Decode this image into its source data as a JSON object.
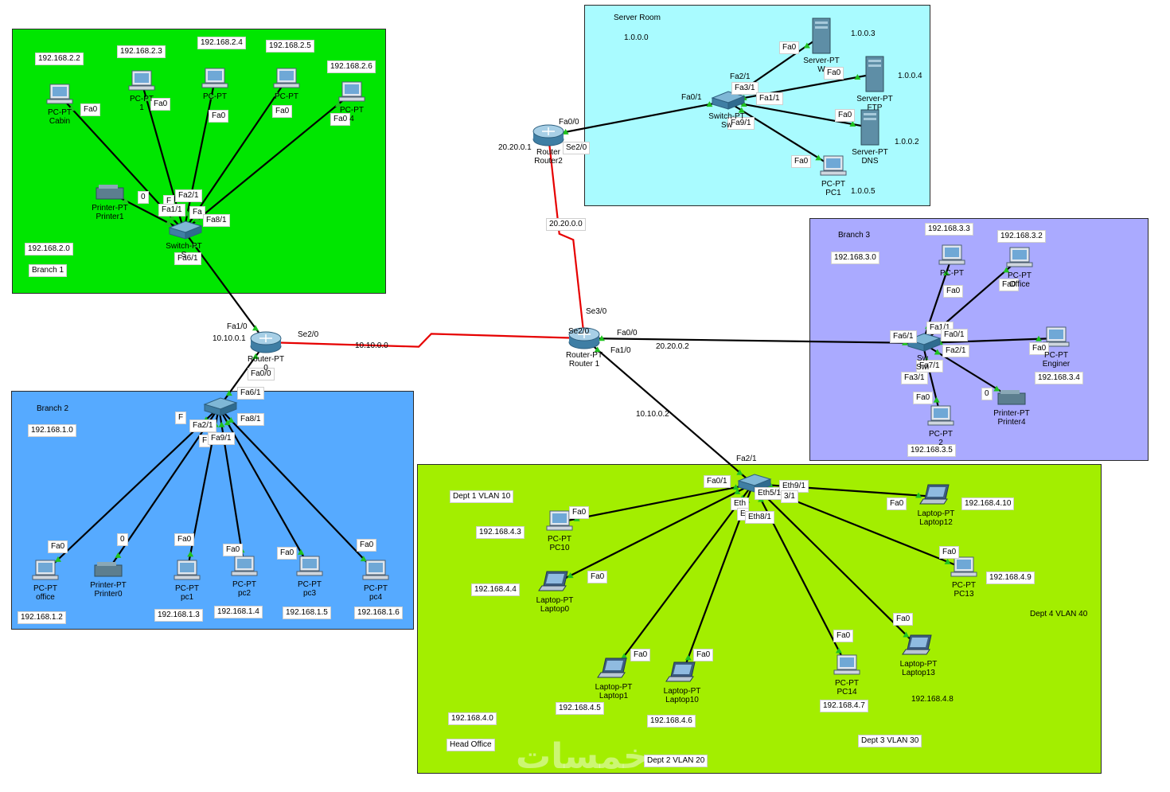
{
  "areas": {
    "branch1": {
      "color": "#00e600"
    },
    "server": {
      "color": "#a9fbff"
    },
    "branch3": {
      "color": "#aaaaff"
    },
    "branch2": {
      "color": "#56aaff"
    },
    "head": {
      "color": "#a3ee00"
    }
  },
  "notes": {
    "branch1_name": "Branch 1",
    "branch1_net": "192.168.2.0",
    "server_name": "Server Room",
    "server_net": "1.0.0.0",
    "branch3_name": "Branch 3",
    "branch3_net": "192.168.3.0",
    "branch2_name": "Branch 2",
    "branch2_net": "192.168.1.0",
    "dept1": "Dept 1 VLAN 10",
    "dept2": "Dept 2 VLAN 20",
    "dept3": "Dept 3 VLAN 30",
    "dept4": "Dept 4 VLAN 40",
    "head_net": "192.168.4.0",
    "head_name": "Head Office",
    "link_r0_r1": "10.10.0.0",
    "link_r1_r2": "20.20.0.0",
    "r0_ip": "10.10.0.1",
    "r1_sw3": "20.20.0.2",
    "r2_ip": "20.20.0.1",
    "r1_head": "10.10.0.2"
  },
  "ip_labels": {
    "b1_pc_cabin": "192.168.2.2",
    "b1_pc_a": "192.168.2.3",
    "b1_pc_b": "192.168.2.4",
    "b1_pc_c": "192.168.2.5",
    "b1_pc_d": "192.168.2.6",
    "srv_w": "1.0.0.3",
    "srv_ftp": "1.0.0.4",
    "srv_dns": "1.0.0.2",
    "srv_pc1": "1.0.0.5",
    "b3_pc_a": "192.168.3.3",
    "b3_office": "192.168.3.2",
    "b3_engineer": "192.168.3.4",
    "b3_pc_b": "192.168.3.5",
    "b2_office": "192.168.1.2",
    "b2_pc1": "192.168.1.3",
    "b2_pc2": "192.168.1.4",
    "b2_pc3": "192.168.1.5",
    "b2_pc4": "192.168.1.6",
    "h_pc10": "192.168.4.3",
    "h_laptop0": "192.168.4.4",
    "h_laptop1": "192.168.4.5",
    "h_laptop10": "192.168.4.6",
    "h_pc14": "192.168.4.7",
    "h_laptop13": "192.168.4.8",
    "h_pc13": "192.168.4.9",
    "h_laptop12": "192.168.4.10"
  },
  "devices": {
    "b1_cabin": [
      "PC-PT",
      "Cabin"
    ],
    "b1_pc_a": [
      "PC-PT",
      "1"
    ],
    "b1_pc_b": [
      "PC-PT",
      ""
    ],
    "b1_pc_c": [
      "PC-PT",
      ""
    ],
    "b1_pc_d": [
      "PC-PT",
      "4"
    ],
    "b1_printer": [
      "Printer-PT",
      "Printer1"
    ],
    "b1_switch": [
      "Switch-PT",
      "S"
    ],
    "srv_w": [
      "Server-PT",
      "W"
    ],
    "srv_ftp": [
      "Server-PT",
      "FTP"
    ],
    "srv_dns": [
      "Server-PT",
      "DNS"
    ],
    "srv_pc1": [
      "PC-PT",
      "PC1"
    ],
    "srv_switch": [
      "Switch-PT",
      "Sw"
    ],
    "router2": [
      "Router",
      "Router2"
    ],
    "router0": [
      "Router-PT",
      "0"
    ],
    "router1": [
      "Router-PT",
      "Router 1"
    ],
    "b3_pc_a": [
      "PC-PT",
      ""
    ],
    "b3_office": [
      "PC-PT",
      "Office"
    ],
    "b3_engineer": [
      "PC-PT",
      "Enginer"
    ],
    "b3_pc_b": [
      "PC-PT",
      "2"
    ],
    "b3_printer": [
      "Printer-PT",
      "Printer4"
    ],
    "b3_switch": [
      "Sw",
      "Swi"
    ],
    "b2_office": [
      "PC-PT",
      "office"
    ],
    "b2_printer": [
      "Printer-PT",
      "Printer0"
    ],
    "b2_pc1": [
      "PC-PT",
      "pc1"
    ],
    "b2_pc2": [
      "PC-PT",
      "pc2"
    ],
    "b2_pc3": [
      "PC-PT",
      "pc3"
    ],
    "b2_pc4": [
      "PC-PT",
      "pc4"
    ],
    "h_pc10": [
      "PC-PT",
      "PC10"
    ],
    "h_laptop0": [
      "Laptop-PT",
      "Laptop0"
    ],
    "h_laptop1": [
      "Laptop-PT",
      "Laptop1"
    ],
    "h_laptop10": [
      "Laptop-PT",
      "Laptop10"
    ],
    "h_pc14": [
      "PC-PT",
      "PC14"
    ],
    "h_laptop13": [
      "Laptop-PT",
      "Laptop13"
    ],
    "h_pc13": [
      "PC-PT",
      "PC13"
    ],
    "h_laptop12": [
      "Laptop-PT",
      "Laptop12"
    ]
  },
  "ports": {
    "b1_cabin": "Fa0",
    "b1_a": "Fa0",
    "b1_b": "Fa0",
    "b1_c": "Fa0",
    "b1_d": "Fa0",
    "b1_pr": "0",
    "b1_sw_a": "Fa2/1",
    "b1_sw_b": "Fa1/1",
    "b1_sw_c": "Fa8/1",
    "b1_sw_d": "Fa6/1",
    "b1_sw_e": "F",
    "b1_sw_f": "Fa",
    "r0_fa1": "Fa1/0",
    "r0_se": "Se2/0",
    "r0_fa0": "Fa0/0",
    "r1_se3": "Se3/0",
    "r1_se2": "Se2/0",
    "r1_fa0": "Fa0/0",
    "r1_fa1": "Fa1/0",
    "r2_fa0": "Fa0/0",
    "r2_se": "Se2/0",
    "srv_w": "Fa0",
    "srv_ftp": "Fa0",
    "srv_dns": "Fa0",
    "srv_pc1": "Fa0",
    "srv_sw_a": "Fa0/1",
    "srv_sw_b": "Fa2/1",
    "srv_sw_c": "Fa3/1",
    "srv_sw_d": "Fa1/1",
    "srv_sw_e": "Fa9/1",
    "b3_a": "Fa0",
    "b3_b": "Fa0",
    "b3_c": "Fa0",
    "b3_d": "Fa0",
    "b3_pr": "0",
    "b3_sw_a": "Fa6/1",
    "b3_sw_b": "Fa1/1",
    "b3_sw_c": "Fa0/1",
    "b3_sw_d": "Fa2/1",
    "b3_sw_e": "Fa7/1",
    "b3_sw_f": "Fa3/1",
    "b2_sw_a": "Fa6/1",
    "b2_sw_b": "Fa8/1",
    "b2_sw_c": "Fa2/1",
    "b2_sw_d": "Fa9/1",
    "b2_sw_e": "F",
    "b2_sw_f": "F",
    "b2_office": "Fa0",
    "b2_pr": "0",
    "b2_pc1": "Fa0",
    "b2_pc2": "Fa0",
    "b2_pc3": "Fa0",
    "b2_pc4": "Fa0",
    "h_sw_a": "Fa2/1",
    "h_sw_b": "Fa0/1",
    "h_sw_c": "Eth5/1",
    "h_sw_d": "Eth9/1",
    "h_sw_e": "Eth8/1",
    "h_sw_f": "Eth",
    "h_sw_g": "E",
    "h_sw_h": "3/1",
    "h_pc10": "Fa0",
    "h_laptop0": "Fa0",
    "h_laptop1": "Fa0",
    "h_laptop10": "Fa0",
    "h_pc14": "Fa0",
    "h_laptop13": "Fa0",
    "h_pc13": "Fa0",
    "h_laptop12": "Fa0"
  },
  "watermark": "خمسات"
}
